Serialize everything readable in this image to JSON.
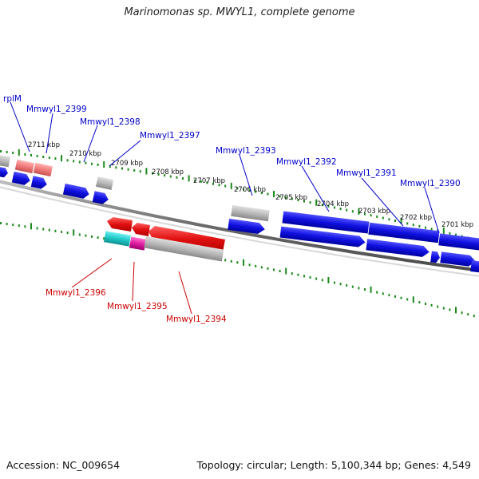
{
  "title": "Marinomonas sp. MWYL1, complete genome",
  "footer": {
    "accession": "Accession: NC_009654",
    "summary": "Topology: circular; Length: 5,100,344 bp; Genes: 4,549"
  },
  "colors": {
    "forward_gene": "#1010e0",
    "forward_gene_dark": "#0000b0",
    "reverse_gene": "#e01010",
    "pseudo_gene": "#b8b8b8",
    "pink_gene": "#f08080",
    "cyan_gene": "#20c8c8",
    "magenta_gene": "#e020a0",
    "tick": "#1a8a1a",
    "label_forward": "#0000cc",
    "label_reverse": "#cc0000",
    "backbone": "#7a7a7a"
  },
  "kbp_labels": [
    "2711 kbp",
    "2710 kbp",
    "2709 kbp",
    "2708 kbp",
    "2707 kbp",
    "2706 kbp",
    "2705 kbp",
    "2704 kbp",
    "2703 kbp",
    "2702 kbp",
    "2701 kbp"
  ],
  "top_gene_labels": [
    "rplM",
    "Mmwyl1_2399",
    "Mmwyl1_2398",
    "Mmwyl1_2397",
    "Mmwyl1_2393",
    "Mmwyl1_2392",
    "Mmwyl1_2391",
    "Mmwyl1_2390"
  ],
  "bottom_gene_labels": [
    "Mmwyl1_2396",
    "Mmwyl1_2395",
    "Mmwyl1_2394"
  ]
}
